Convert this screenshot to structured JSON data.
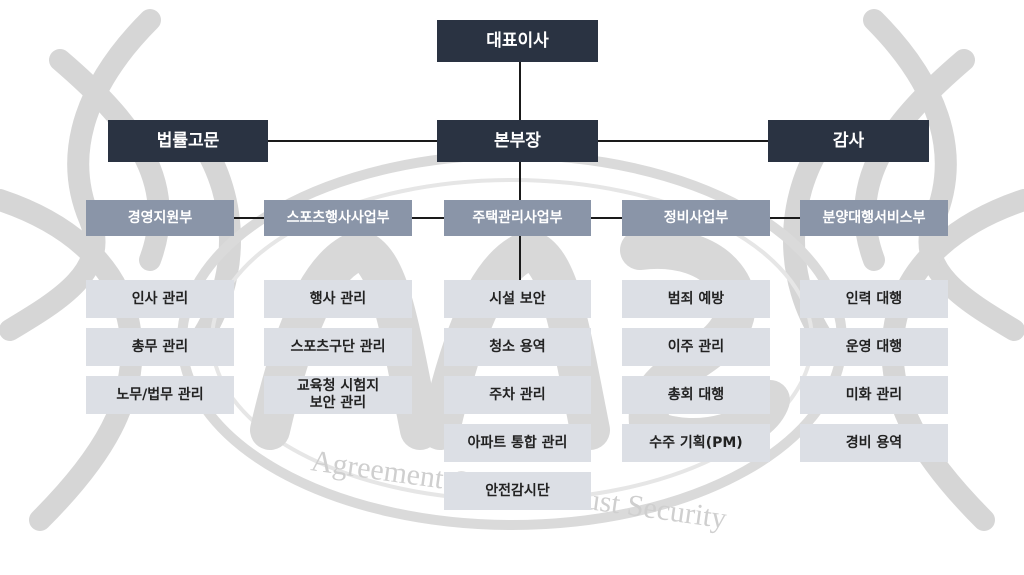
{
  "top": {
    "ceo": "대표이사"
  },
  "second": {
    "legal": "법률고문",
    "director": "본부장",
    "audit": "감사"
  },
  "departments": [
    {
      "name": "경영지원부",
      "items": [
        "인사 관리",
        "총무 관리",
        "노무/법무 관리"
      ]
    },
    {
      "name": "스포츠행사사업부",
      "items": [
        "행사 관리",
        "스포츠구단 관리",
        "교육청 시험지\n보안 관리"
      ]
    },
    {
      "name": "주택관리사업부",
      "items": [
        "시설 보안",
        "청소 용역",
        "주차 관리",
        "아파트 통합 관리",
        "안전감시단"
      ]
    },
    {
      "name": "정비사업부",
      "items": [
        "범죄 예방",
        "이주 관리",
        "총회 대행",
        "수주 기획(PM)"
      ]
    },
    {
      "name": "분양대행서비스부",
      "items": [
        "인력 대행",
        "운영 대행",
        "미화 관리",
        "경비 용역"
      ]
    }
  ],
  "watermark": {
    "text": "Agreement Creative Trust Security"
  },
  "colors": {
    "dark": "#2a3342",
    "mid": "#8a95a8",
    "light": "#dcdfe5",
    "line": "#1a1a1a"
  }
}
